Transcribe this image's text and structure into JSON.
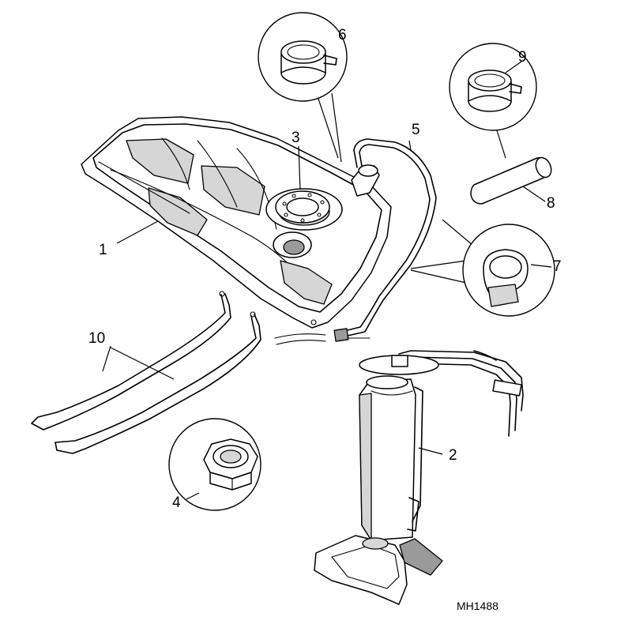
{
  "callouts": {
    "c1": "1",
    "c2": "2",
    "c3": "3",
    "c4": "4",
    "c5": "5",
    "c6": "6",
    "c7": "7",
    "c8": "8",
    "c9": "9",
    "c10": "10"
  },
  "reference_code": "MH1488",
  "parts": [
    {
      "number": "1",
      "icon": "fuel-tank-icon"
    },
    {
      "number": "2",
      "icon": "fuel-pump-sender-icon"
    },
    {
      "number": "3",
      "icon": "locking-ring-icon"
    },
    {
      "number": "4",
      "icon": "nut-icon"
    },
    {
      "number": "5",
      "icon": "breather-pipe-icon"
    },
    {
      "number": "6",
      "icon": "hose-clip-icon"
    },
    {
      "number": "7",
      "icon": "pipe-clip-icon"
    },
    {
      "number": "8",
      "icon": "hose-icon"
    },
    {
      "number": "9",
      "icon": "hose-clip-icon"
    },
    {
      "number": "10",
      "icon": "tank-strap-icon"
    }
  ]
}
